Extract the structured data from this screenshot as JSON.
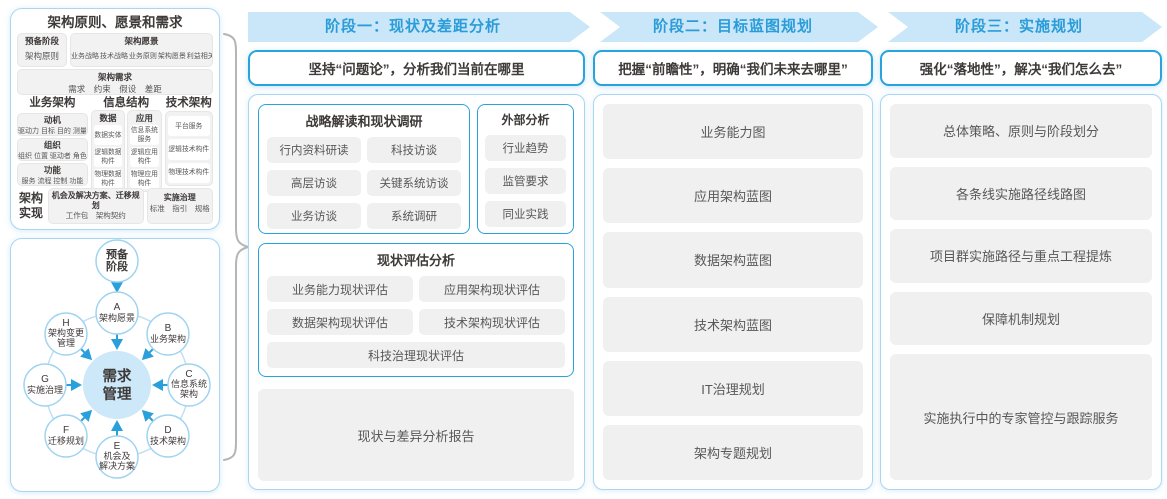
{
  "colors": {
    "band_fill": "#C9E7F8",
    "band_text": "#2B9CD8",
    "accent_border": "#29A3DC",
    "light_border": "#A9D7F2",
    "chip_bg": "#F0F0F0",
    "chip_text": "#595757",
    "dark_text": "#3E3A39",
    "brace": "#B5B5B6",
    "arrow": "#29A0DC",
    "center_fill": "#CDE8F8"
  },
  "principles_panel": {
    "title": "架构原则、愿景和需求",
    "prep_line1": "预备阶段",
    "prep_line2": "架构原则",
    "vision_title": "架构愿景",
    "vision_items": "业务战略 技术战略 业务原则 架构愿景 利益相关者",
    "req_title": "架构需求",
    "req_items": "需求　约束　假设　差距",
    "business": {
      "title": "业务架构",
      "boxes": [
        {
          "t": "动机",
          "i": "驱动力 目标 目的 测量"
        },
        {
          "t": "组织",
          "i": "组织 位置 驱动者 角色"
        },
        {
          "t": "功能",
          "i": "服务 流程 控制 功能"
        }
      ]
    },
    "info": {
      "title": "信息结构",
      "data_title": "数据",
      "data_items": [
        "数据实体",
        "逻辑数据构件",
        "物理数据构件"
      ],
      "app_title": "应用",
      "app_items": [
        "信息系统服务",
        "逻辑应用构件",
        "物理应用构件"
      ]
    },
    "tech": {
      "title": "技术架构",
      "items": [
        "平台服务",
        "逻辑技术构件",
        "物理技术构件"
      ]
    },
    "realization": {
      "label": "架构实现",
      "opp_title": "机会及解决方案、迁移规划",
      "opp_items": "工作包　架构契约",
      "gov_title": "实施治理",
      "gov_items": "标准　指引　规格"
    }
  },
  "adm": {
    "prep_line1": "预备",
    "prep_line2": "阶段",
    "center_line1": "需求",
    "center_line2": "管理",
    "nodes": [
      {
        "letter": "A",
        "l1": "架构愿景",
        "l2": ""
      },
      {
        "letter": "B",
        "l1": "业务架构",
        "l2": ""
      },
      {
        "letter": "C",
        "l1": "信息系统",
        "l2": "架构"
      },
      {
        "letter": "D",
        "l1": "技术架构",
        "l2": ""
      },
      {
        "letter": "E",
        "l1": "机会及",
        "l2": "解决方案"
      },
      {
        "letter": "F",
        "l1": "迁移规划",
        "l2": ""
      },
      {
        "letter": "G",
        "l1": "实施治理",
        "l2": ""
      },
      {
        "letter": "H",
        "l1": "架构变更",
        "l2": "管理"
      }
    ]
  },
  "phases": [
    {
      "header": "阶段一：现状及差距分析",
      "subtitle": "坚持“问题论”，分析我们当前在哪里",
      "group1_title": "战略解读和现状调研",
      "group1_items": [
        "行内资料研读",
        "科技访谈",
        "高层访谈",
        "关键系统访谈",
        "业务访谈",
        "系统调研"
      ],
      "group2_title": "外部分析",
      "group2_items": [
        "行业趋势",
        "监管要求",
        "同业实践"
      ],
      "group3_title": "现状评估分析",
      "group3_items": [
        "业务能力现状评估",
        "应用架构现状评估",
        "数据架构现状评估",
        "技术架构现状评估"
      ],
      "group3_wide_item": "科技治理现状评估",
      "report": "现状与差异分析报告"
    },
    {
      "header": "阶段二：目标蓝图规划",
      "subtitle": "把握“前瞻性”，明确“我们未来去哪里”",
      "items": [
        "业务能力图",
        "应用架构蓝图",
        "数据架构蓝图",
        "技术架构蓝图",
        "IT治理规划",
        "架构专题规划"
      ]
    },
    {
      "header": "阶段三：实施规划",
      "subtitle": "强化“落地性”，解决“我们怎么去”",
      "items": [
        "总体策略、原则与阶段划分",
        "各条线实施路径线路图",
        "项目群实施路径与重点工程提炼",
        "保障机制规划",
        "实施执行中的专家管控与跟踪服务"
      ]
    }
  ]
}
